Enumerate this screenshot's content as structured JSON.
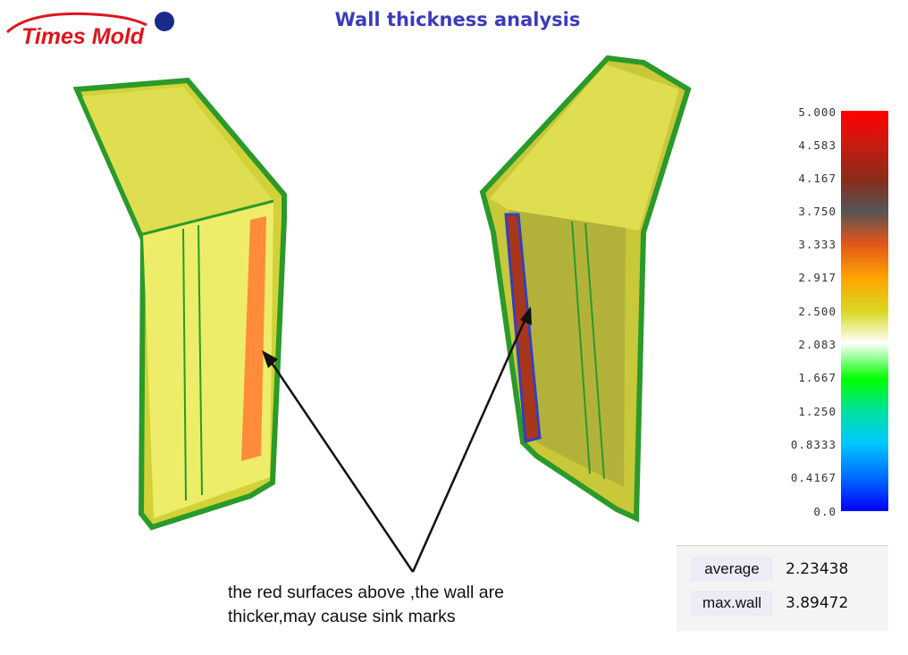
{
  "logo": {
    "text": "Times Mold"
  },
  "title": "Wall thickness analysis",
  "legend": {
    "ticks": [
      "5.000",
      "4.583",
      "4.167",
      "3.750",
      "3.333",
      "2.917",
      "2.500",
      "2.083",
      "1.667",
      "1.250",
      "0.8333",
      "0.4167",
      "0.0"
    ]
  },
  "stats": [
    {
      "label": "average",
      "value": "2.23438"
    },
    {
      "label": "max.wall",
      "value": "3.89472"
    }
  ],
  "annotation": {
    "line1": "the red surfaces above ,the wall are",
    "line2": "thicker,may cause sink marks"
  },
  "colors": {
    "title": "#3b3bbf",
    "logo_red": "#e0141e",
    "logo_dot": "#1a2a8a",
    "part_yellow": "#e8e85a",
    "edge_green": "#2a9a2a",
    "thick_orange": "#ff8c3a",
    "thick_red": "#a8361a"
  }
}
